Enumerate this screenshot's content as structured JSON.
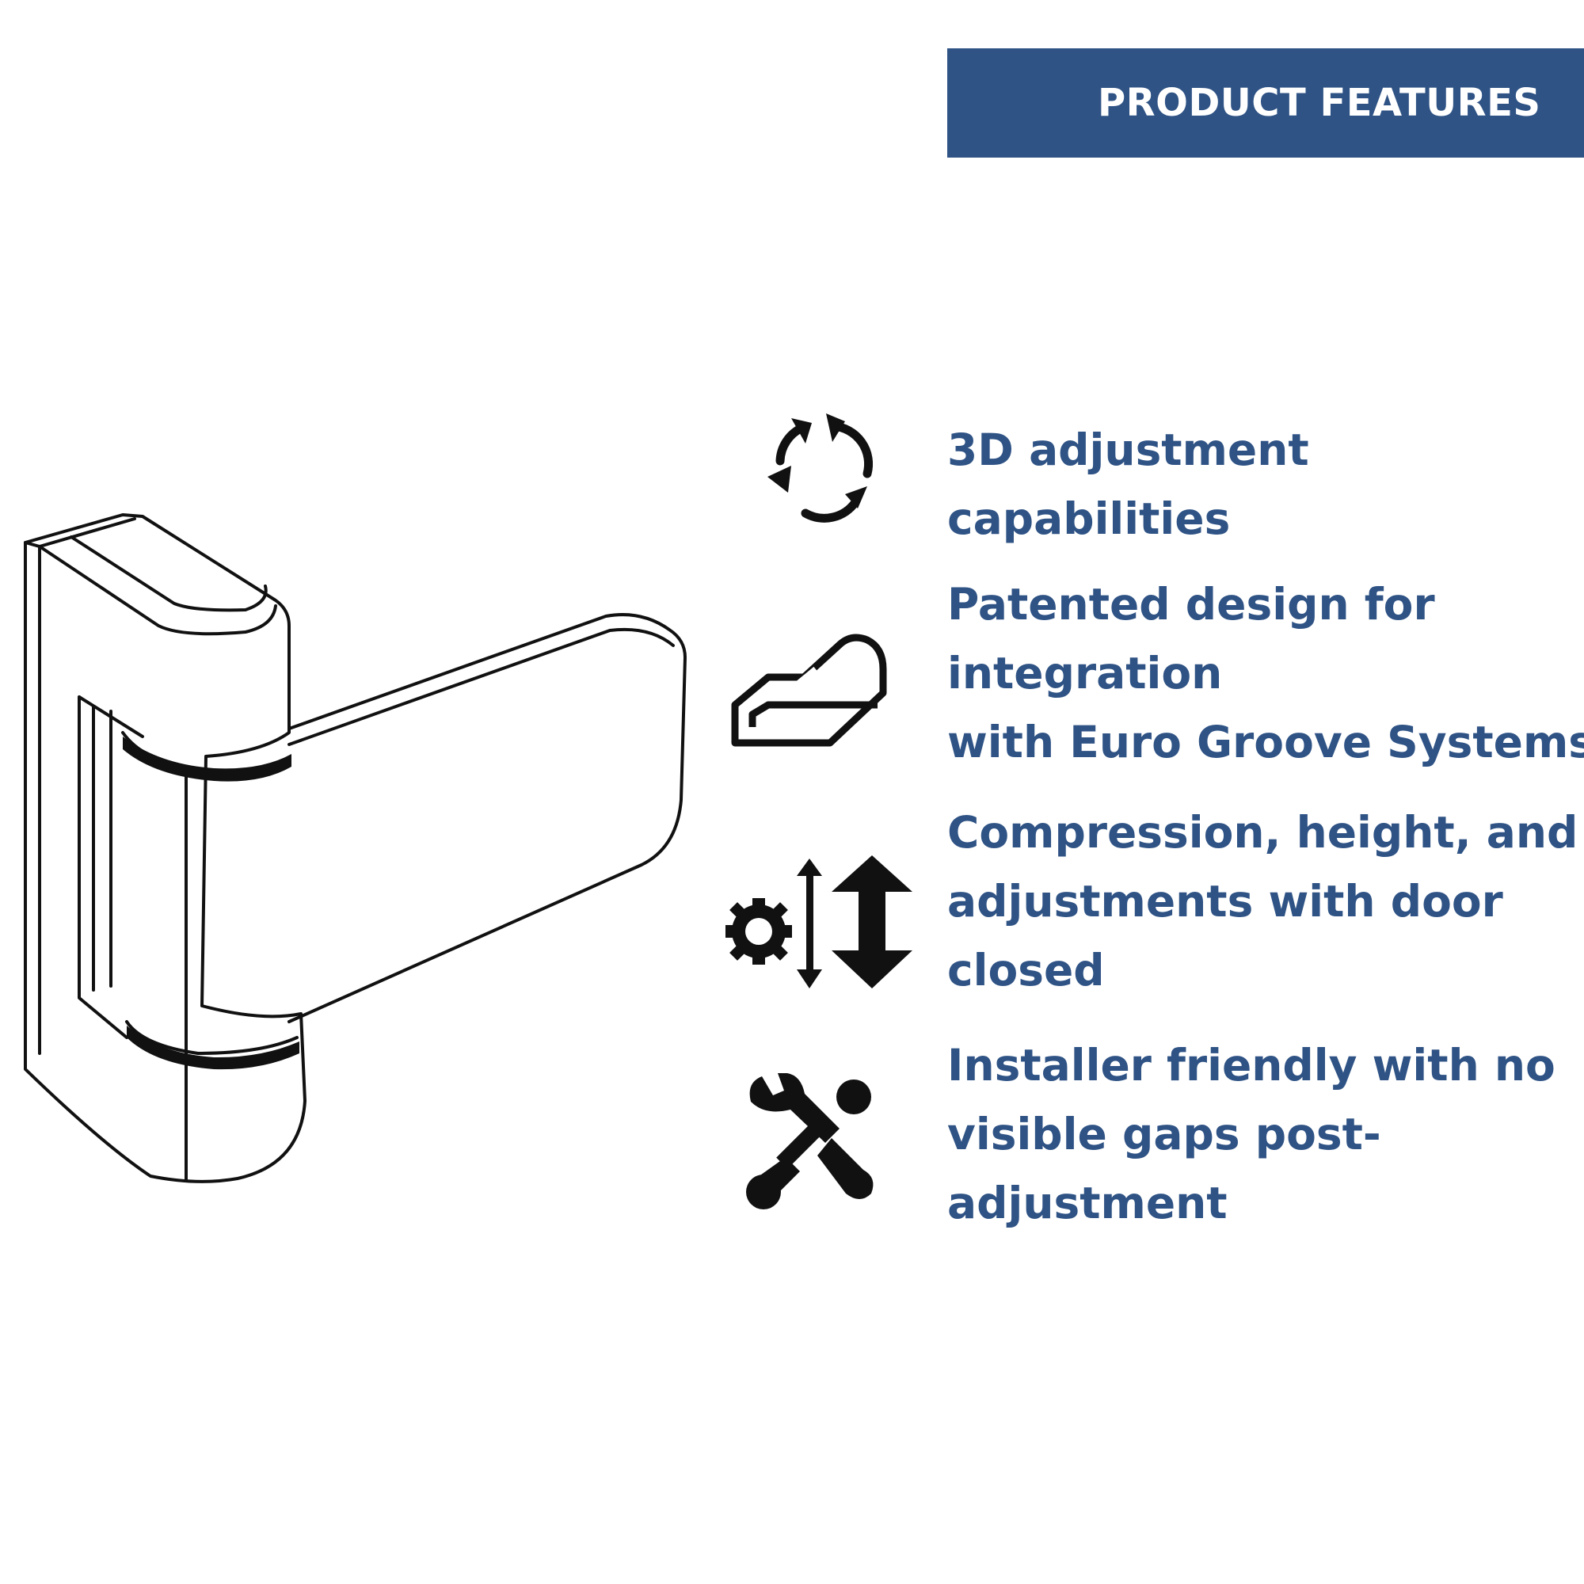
{
  "header": {
    "title": "PRODUCT FEATURES"
  },
  "product_image": {
    "subject": "door hinge illustration"
  },
  "features": [
    {
      "icon": "rotate-arrows-icon",
      "lines": [
        "3D adjustment",
        "capabilities"
      ]
    },
    {
      "icon": "groove-profile-icon",
      "lines": [
        "Patented design for",
        "integration",
        "with Euro Groove Systems"
      ]
    },
    {
      "icon": "gear-vertical-arrows-icon",
      "lines": [
        "Compression, height, and",
        "adjustments with door",
        "closed"
      ]
    },
    {
      "icon": "wrench-screwdriver-icon",
      "lines": [
        "Installer friendly with no",
        "visible gaps post-",
        "adjustment"
      ]
    }
  ],
  "colors": {
    "brand_blue": "#2f5385",
    "icon_black": "#111111",
    "background": "#ffffff"
  }
}
